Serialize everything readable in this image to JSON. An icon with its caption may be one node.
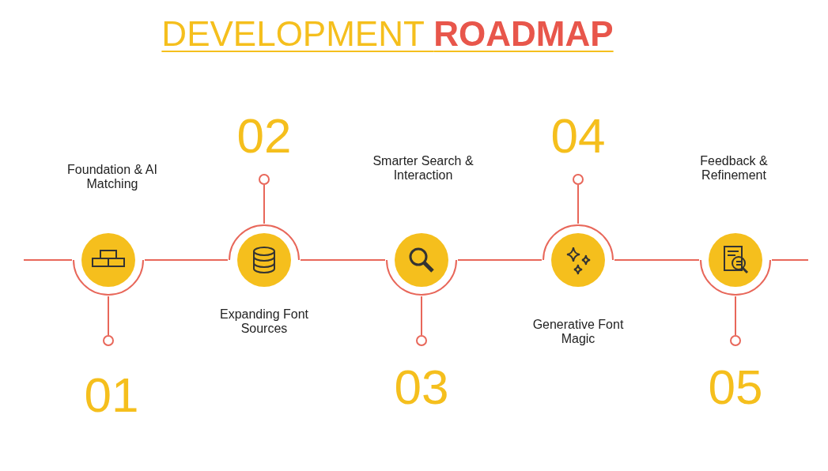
{
  "diagram": {
    "title": "DEVELOPMENT **ROADMAP**",
    "nodes": [
      {
        "text": [],
        "shape": "circle"
      },
      {
        "text": [],
        "shape": "circle",
        "beside": [
          "Expanding Font Sources"
        ]
      },
      {
        "text": [],
        "shape": "circle"
      },
      {
        "text": [],
        "shape": "circle",
        "beside": [
          "Generative Font Magic"
        ]
      },
      {
        "text": [],
        "shape": "circle"
      },
      {
        "text": [],
        "shape": "circle",
        "beside": [
          "01"
        ]
      },
      {
        "text": [],
        "shape": "circle",
        "beside": [
          "02"
        ]
      },
      {
        "text": [],
        "shape": "circle",
        "beside": [
          "03"
        ]
      },
      {
        "text": [],
        "shape": "circle",
        "beside": [
          "04"
        ]
      },
      {
        "text": [],
        "shape": "circle",
        "beside": [
          "05"
        ]
      }
    ],
    "edges": [
      {
        "from": null,
        "to": 0,
        "arrow": "none"
      },
      {
        "from": 0,
        "to": 1,
        "arrow": "none"
      },
      {
        "from": 1,
        "to": 2,
        "arrow": "none"
      },
      {
        "from": 2,
        "to": 3,
        "arrow": "none"
      },
      {
        "from": 3,
        "to": 4,
        "arrow": "none"
      },
      {
        "from": 4,
        "to": null,
        "arrow": "none"
      },
      {
        "from": 5,
        "to": 0,
        "arrow": "none"
      },
      {
        "from": 6,
        "to": 1,
        "arrow": "none"
      },
      {
        "from": 7,
        "to": 2,
        "arrow": "none"
      },
      {
        "from": 8,
        "to": 3,
        "arrow": "none"
      },
      {
        "from": 9,
        "to": 4,
        "arrow": "none"
      }
    ],
    "labels": [
      "Foundation & AI Matching",
      "Smarter Search & Interaction",
      "Feedback & Refinement"
    ]
  }
}
